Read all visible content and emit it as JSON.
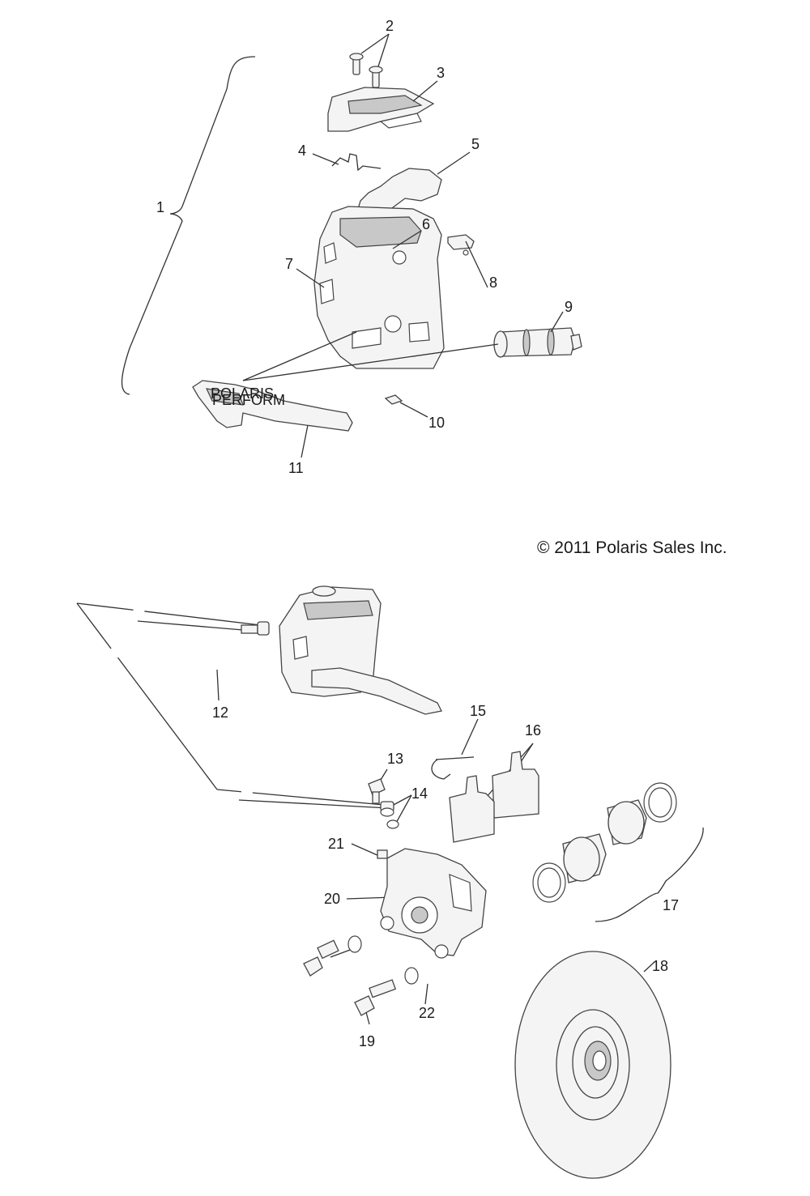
{
  "copyright": "© 2011 Polaris Sales Inc.",
  "callouts": {
    "c1": "1",
    "c2": "2",
    "c3": "3",
    "c4": "4",
    "c5": "5",
    "c6": "6",
    "c7": "7",
    "c8": "8",
    "c9": "9",
    "c10": "10",
    "c11": "11",
    "c12": "12",
    "c13": "13",
    "c14": "14",
    "c15": "15",
    "c16": "16",
    "c17": "17",
    "c18": "18",
    "c19": "19",
    "c20": "20",
    "c21": "21",
    "c22": "22"
  },
  "logo_text": {
    "lever_top": "POLARIS",
    "lever_bottom": "PERFORM"
  }
}
